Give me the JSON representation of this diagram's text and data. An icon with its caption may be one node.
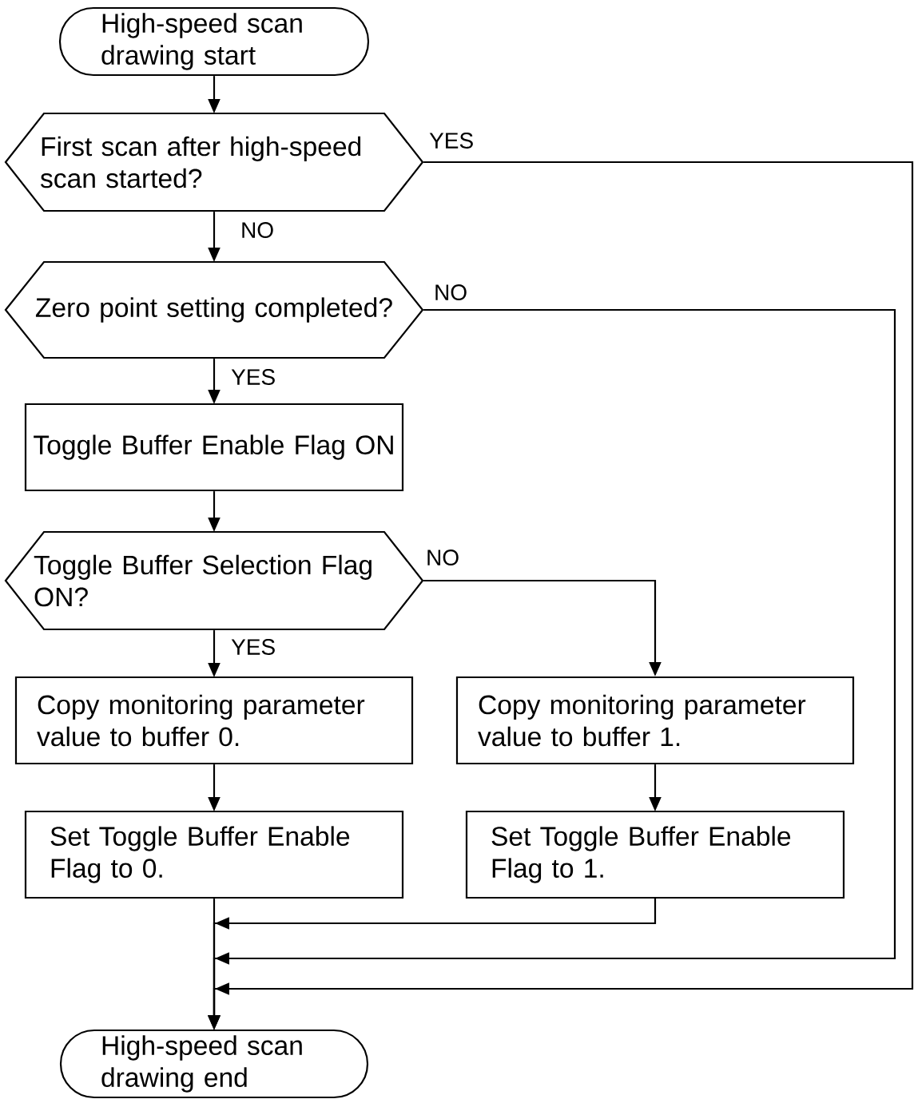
{
  "diagram": {
    "nodes": [
      {
        "text": [
          "High-speed scan drawing start"
        ]
      },
      {
        "text": [
          "First scan after high-speed scan started?"
        ]
      },
      {
        "text": [
          "Zero point setting completed?"
        ]
      },
      {
        "text": [
          "Toggle Buffer Enable Flag ON"
        ]
      },
      {
        "text": [
          "Toggle Buffer Selection Flag ON?"
        ]
      },
      {
        "text": [
          "Copy monitoring parameter value to buffer 0."
        ]
      },
      {
        "text": [
          "Copy monitoring parameter value to buffer 1."
        ]
      },
      {
        "text": [
          "Set Toggle Buffer Enable Flag to 0."
        ]
      },
      {
        "text": [
          "Set Toggle Buffer Enable Flag to 1."
        ]
      },
      {
        "text": [
          "High-speed scan drawing end"
        ]
      }
    ],
    "edges": [
      {
        "from": 0,
        "to": 1,
        "arrow": "to"
      },
      {
        "from": 1,
        "to": 2,
        "arrow": "to",
        "label": "NO"
      },
      {
        "from": 2,
        "to": 3,
        "arrow": "to",
        "label": "YES"
      },
      {
        "from": 3,
        "to": 4,
        "arrow": "to"
      },
      {
        "from": 4,
        "to": 5,
        "arrow": "to",
        "label": "YES"
      },
      {
        "from": 4,
        "to": 6,
        "arrow": "to",
        "label": "NO"
      },
      {
        "from": 5,
        "to": 7,
        "arrow": "to"
      },
      {
        "from": 6,
        "to": 8,
        "arrow": "to"
      },
      {
        "from": 7,
        "to": 9,
        "arrow": "to"
      },
      {
        "from": 8,
        "to": 9,
        "arrow": "to"
      },
      {
        "from": 2,
        "to": 9,
        "arrow": "to",
        "label": "NO"
      },
      {
        "from": 1,
        "to": 9,
        "arrow": "to",
        "label": "YES"
      }
    ]
  }
}
